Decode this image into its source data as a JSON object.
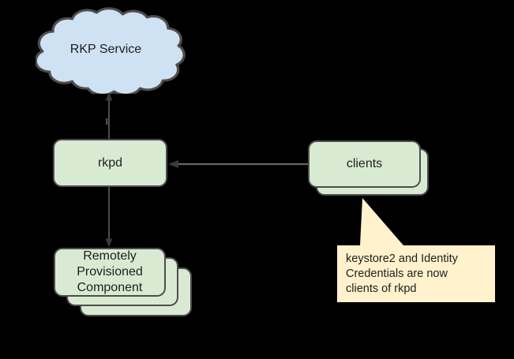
{
  "diagram": {
    "background_color": "#000000",
    "text_color": "#1e1e1e",
    "border_color": "#4d4d4d",
    "connector_color": "#666666",
    "arrowhead_color": "#3a3a3a",
    "nodes": {
      "rkp_service": {
        "label": "RKP Service",
        "shape": "cloud",
        "fill": "#cfe2f3"
      },
      "rkpd": {
        "label": "rkpd",
        "shape": "rounded-box",
        "fill": "#d9ead3"
      },
      "clients": {
        "label": "clients",
        "shape": "stacked-box",
        "stack_count": 2,
        "fill": "#d9ead3"
      },
      "remotely_provisioned_component": {
        "label": "Remotely\nProvisioned\nComponent",
        "shape": "stacked-box",
        "stack_count": 3,
        "fill": "#d9ead3"
      }
    },
    "edges": [
      {
        "from": "rkpd",
        "to": "rkp_service",
        "arrow": "up"
      },
      {
        "from": "clients",
        "to": "rkpd",
        "arrow": "left"
      },
      {
        "from": "rkpd",
        "to": "remotely_provisioned_component",
        "arrow": "down"
      }
    ],
    "callout": {
      "text": "keystore2 and Identity\nCredentials are now\nclients of rkpd",
      "fill": "#fff2cc",
      "points_to": "clients"
    }
  }
}
